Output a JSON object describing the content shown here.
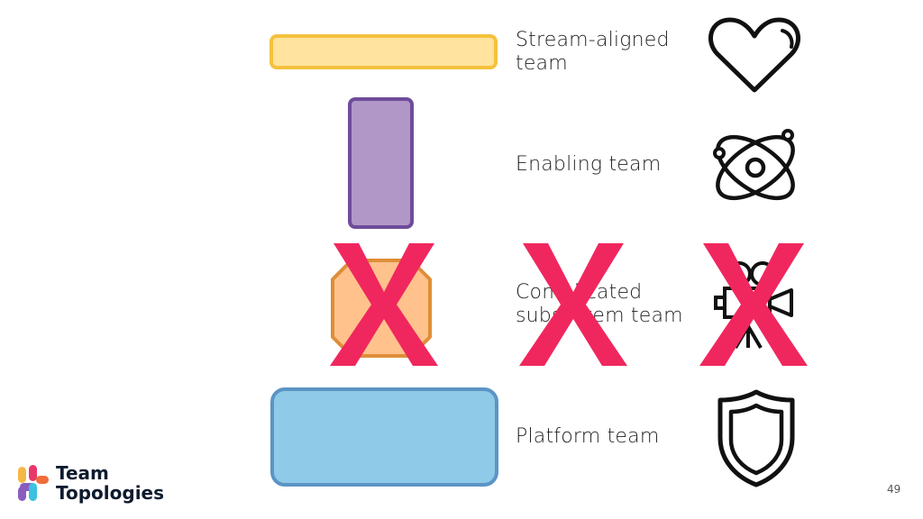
{
  "teams": [
    {
      "label_line1": "Stream-aligned",
      "label_line2": "team",
      "fill": "#FFE39E",
      "stroke": "#F5C23D",
      "icon": "heart-icon"
    },
    {
      "label_line1": "Enabling team",
      "label_line2": "",
      "fill": "#B197C8",
      "stroke": "#6E4C9A",
      "icon": "atom-icon"
    },
    {
      "label_line1": "Complicated",
      "label_line2": "subsystem team",
      "fill": "#FFC28C",
      "stroke": "#DE8E38",
      "icon": "movie-camera-icon",
      "crossed_out": true
    },
    {
      "label_line1": "Platform team",
      "label_line2": "",
      "fill": "#8FCAE8",
      "stroke": "#5C94C4",
      "icon": "shield-icon"
    }
  ],
  "cross_mark": {
    "symbol": "X",
    "color": "#F0275E"
  },
  "logo": {
    "line1": "Team",
    "line2": "Topologies"
  },
  "page_number": "49"
}
